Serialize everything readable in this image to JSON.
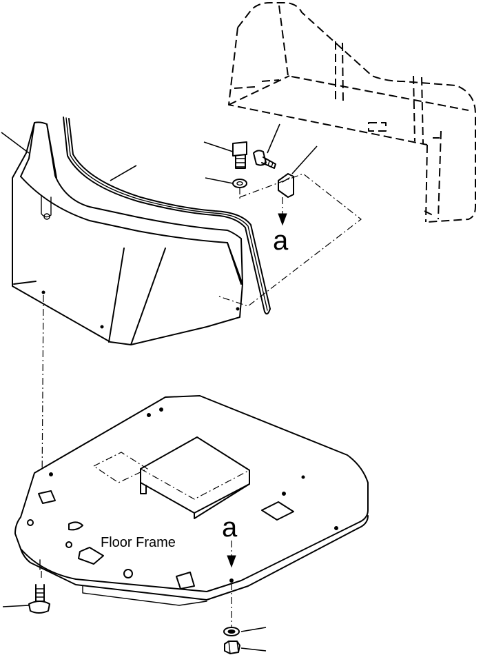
{
  "labels": {
    "floor_frame": "Floor Frame",
    "ref_a_upper": "a",
    "ref_a_lower": "a"
  }
}
